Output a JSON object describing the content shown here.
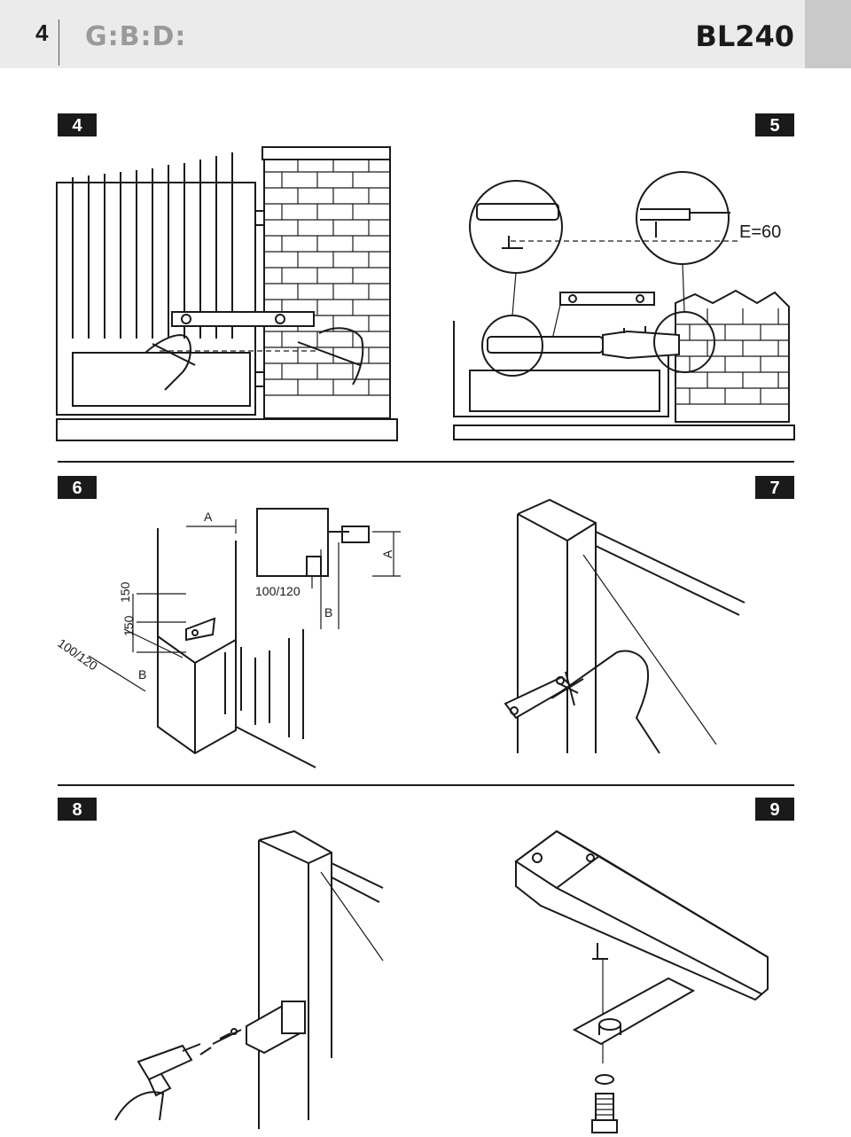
{
  "header": {
    "page_number": "4",
    "brand": "G:B:D:",
    "model": "BL240"
  },
  "figures": {
    "fig4": {
      "number": "4"
    },
    "fig5": {
      "number": "5",
      "measure_label": "E=60"
    },
    "fig6": {
      "number": "6",
      "label_a_top": "A",
      "label_a_side": "A",
      "label_b_top": "B",
      "label_b_bottom": "B",
      "label_100_120_top": "100/120",
      "label_100_120_side": "100/120",
      "label_150_upper": "150",
      "label_150_lower": "150"
    },
    "fig7": {
      "number": "7"
    },
    "fig8": {
      "number": "8"
    },
    "fig9": {
      "number": "9"
    }
  }
}
